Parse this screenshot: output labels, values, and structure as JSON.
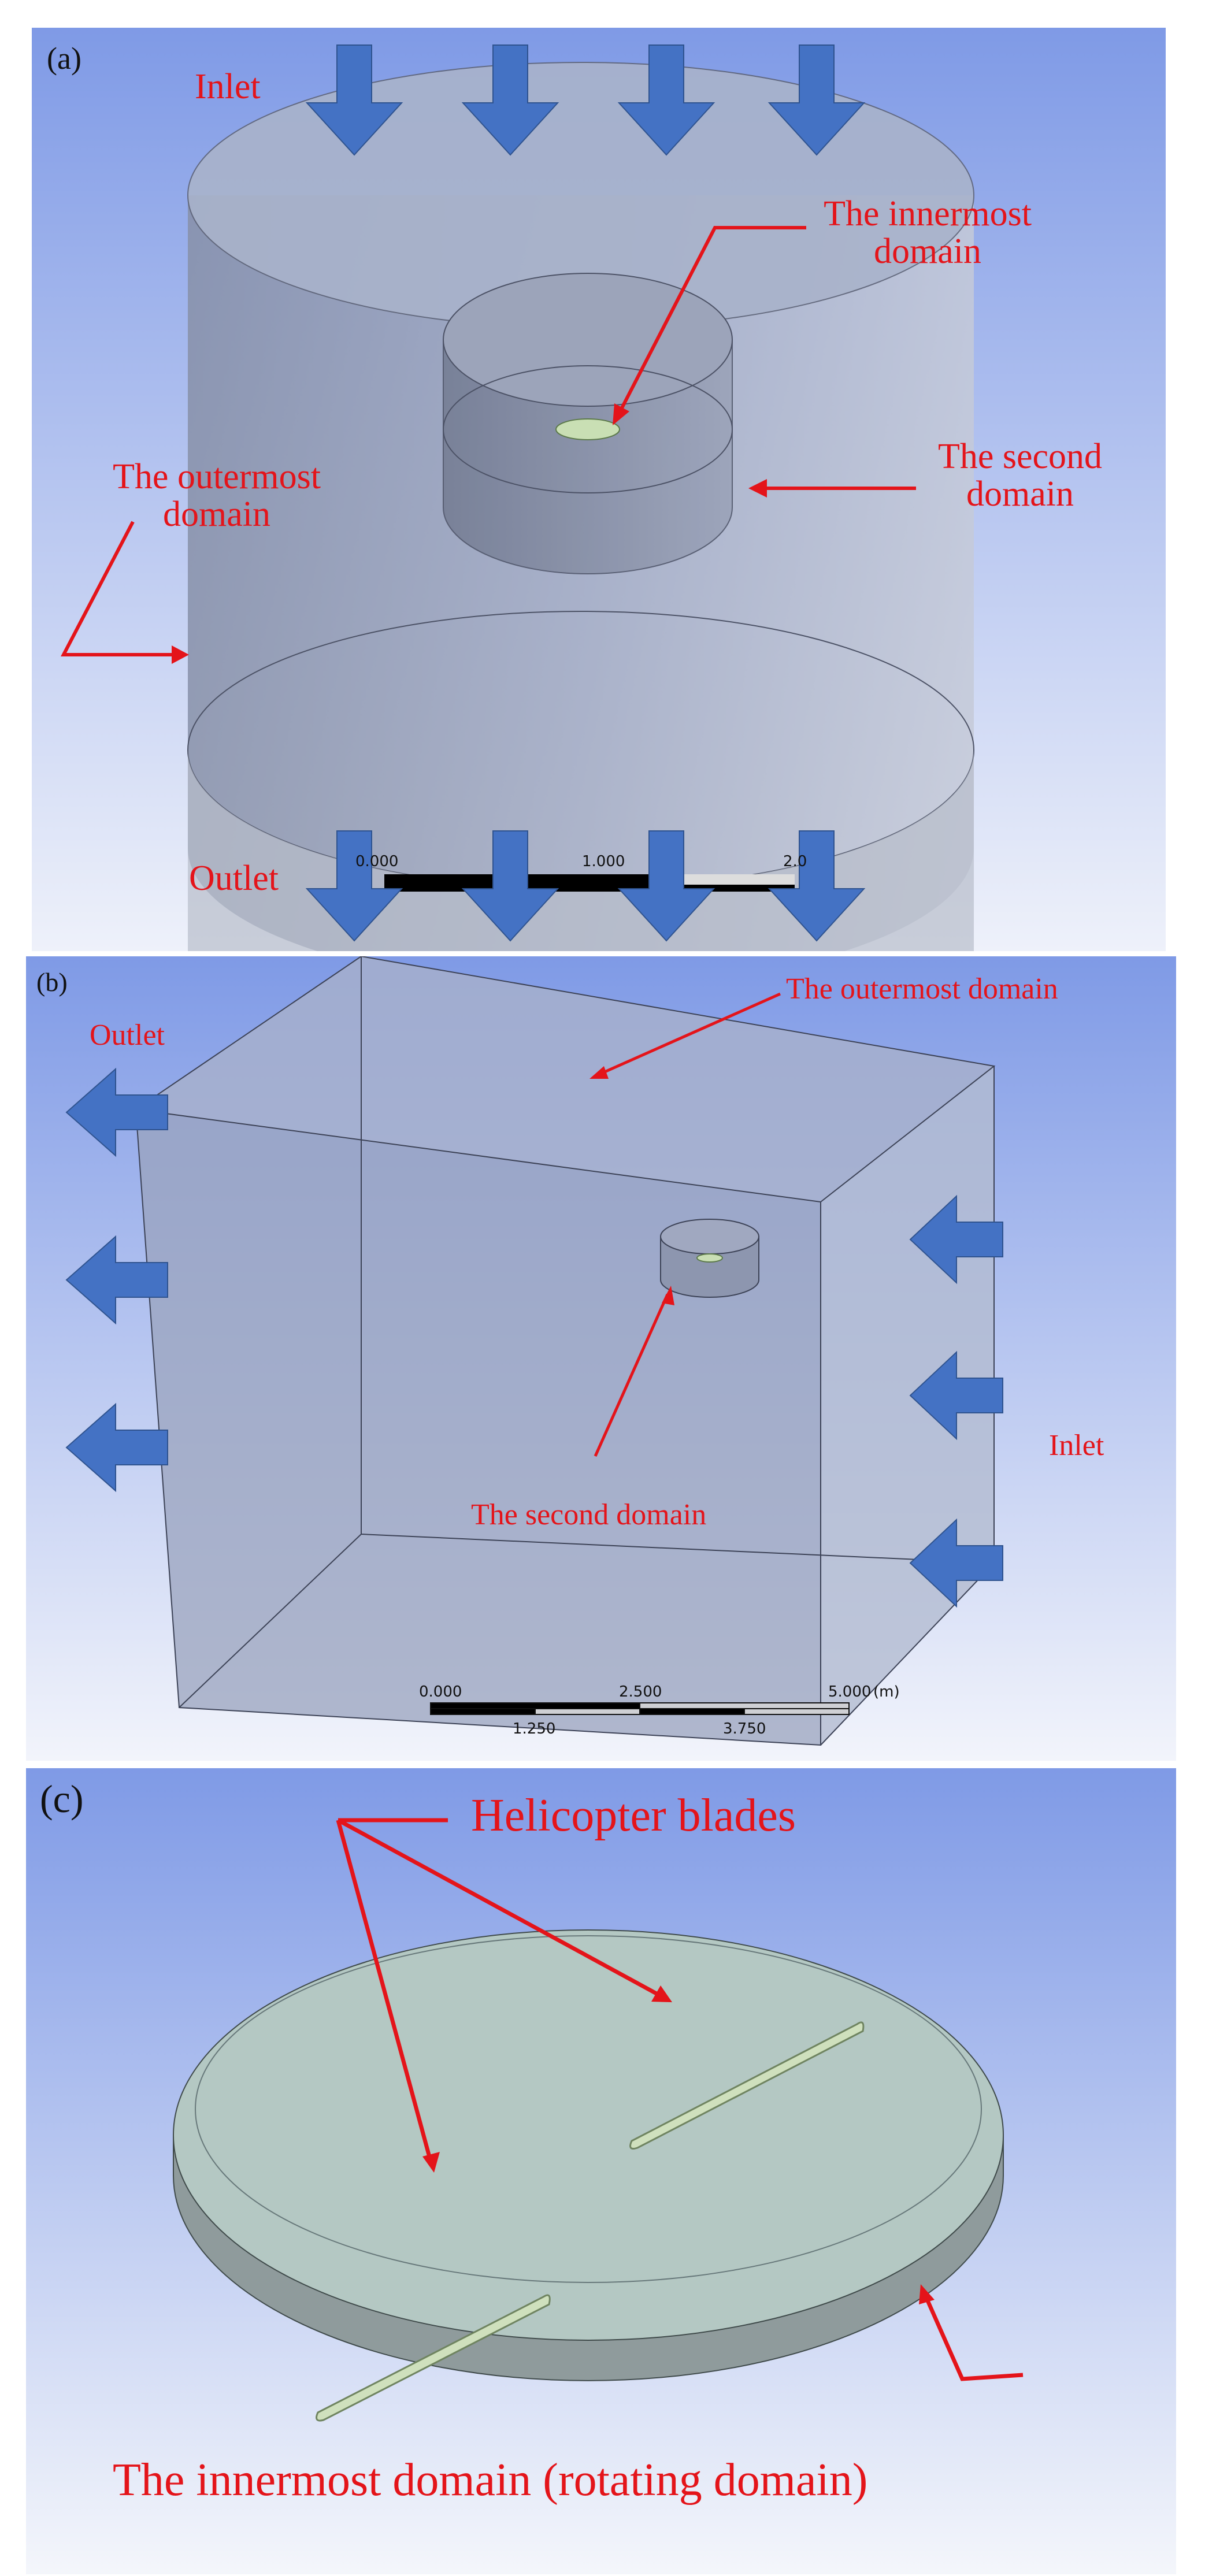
{
  "panel_a": {
    "tag": "(a)",
    "labels": {
      "inlet": "Inlet",
      "innermost": [
        "The innermost",
        "domain"
      ],
      "second": [
        "The second",
        "domain"
      ],
      "outermost": [
        "The outermost",
        "domain"
      ],
      "outlet": "Outlet"
    },
    "scale_ticks": [
      "0.000",
      "1.000",
      "2.0"
    ]
  },
  "panel_b": {
    "tag": "(b)",
    "labels": {
      "outermost": "The outermost domain",
      "outlet": "Outlet",
      "inlet": "Inlet",
      "second": "The second domain"
    },
    "scale_top": [
      "0.000",
      "2.500",
      "5.000"
    ],
    "scale_unit": "(m)",
    "scale_bottom": [
      "1.250",
      "3.750"
    ]
  },
  "panel_c": {
    "tag": "(c)",
    "labels": {
      "blades": "Helicopter blades",
      "innermost": "The innermost domain (rotating domain)"
    }
  },
  "colors": {
    "label_red": "#e4141a",
    "arrow_blue": "#4472c4",
    "bg_top": "#7f9ae6",
    "bg_bottom": "#ffffff"
  }
}
